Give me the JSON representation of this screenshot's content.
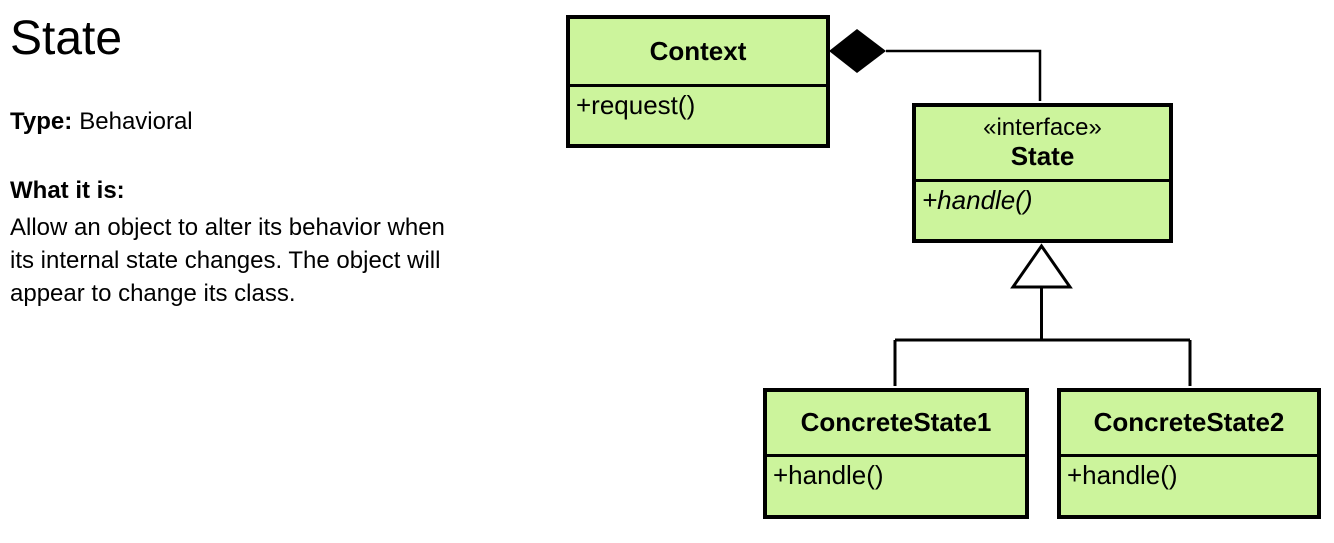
{
  "panel": {
    "title": "State",
    "type_label": "Type:",
    "type_value": "Behavioral",
    "what_label": "What it is:",
    "description_lines": [
      "Allow an object to alter its behavior when",
      "its internal state changes. The object will",
      "appear to change its class."
    ]
  },
  "diagram": {
    "colors": {
      "box_fill": "#ccf49c",
      "box_border": "#000000",
      "connector": "#000000",
      "diamond_fill": "#000000",
      "triangle_fill": "#ffffff"
    },
    "classes": [
      {
        "id": "context",
        "stereotype": "",
        "name": "Context",
        "methods": [
          "+request()"
        ]
      },
      {
        "id": "state",
        "stereotype": "«interface»",
        "name": "State",
        "methods": [
          "+handle()"
        ]
      },
      {
        "id": "concrete-state-1",
        "stereotype": "",
        "name": "ConcreteState1",
        "methods": [
          "+handle()"
        ]
      },
      {
        "id": "concrete-state-2",
        "stereotype": "",
        "name": "ConcreteState2",
        "methods": [
          "+handle()"
        ]
      }
    ],
    "relationships": [
      {
        "type": "composition",
        "from": "Context",
        "to": "State"
      },
      {
        "type": "realization",
        "from": "ConcreteState1",
        "to": "State"
      },
      {
        "type": "realization",
        "from": "ConcreteState2",
        "to": "State"
      }
    ]
  }
}
